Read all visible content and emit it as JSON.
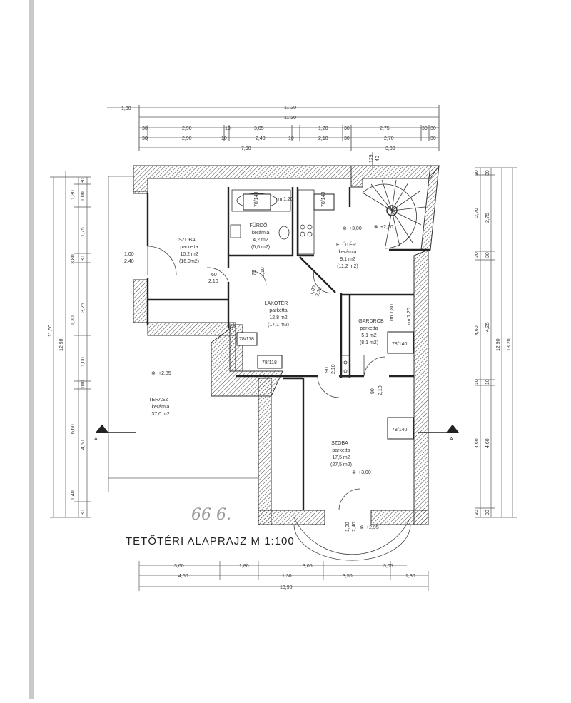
{
  "title": "TETŐTÉRI ALAPRAJZ M 1:100",
  "handwriting": "66 6.",
  "section_marker": "A",
  "top_dims": {
    "row1": [
      "1,30",
      "11,20"
    ],
    "row2": [
      "11,20"
    ],
    "row3": [
      "30",
      "2,90",
      "10",
      "3,05",
      "1,20",
      "30",
      "2,75",
      "30",
      "30"
    ],
    "row4": [
      "30",
      "2,90",
      "10",
      "2,40",
      "10",
      "2,10",
      "30",
      "2,70",
      "30"
    ],
    "row5": [
      "7,90",
      "3,30"
    ],
    "stair_labels": [
      "129",
      "40"
    ]
  },
  "bottom_dims": {
    "row1": [
      "3,00",
      "1,80",
      "3,05",
      "3,05"
    ],
    "row2": [
      "4,60",
      "1,30",
      "3,50",
      "1,30"
    ],
    "row3": [
      "10,90"
    ]
  },
  "left_dims": {
    "inner": [
      "30",
      "1,00",
      "1,75",
      "30",
      "3,25",
      "10",
      "1,00",
      "10",
      "4,60",
      "30"
    ],
    "mid": [
      "1,30",
      "3,80",
      "1,30",
      "6,60",
      "1,40"
    ],
    "outer": [
      "12,90"
    ],
    "outer2": [
      "11,50"
    ]
  },
  "right_dims": {
    "inner": [
      "30",
      "2,70",
      "30",
      "4,60",
      "10",
      "4,60",
      "30"
    ],
    "mid": [
      "30",
      "2,75",
      "30",
      "4,25",
      "10",
      "4,60",
      "30"
    ],
    "outer": [
      "12,90"
    ],
    "outer2": [
      "13,20"
    ]
  },
  "rooms": {
    "szoba1": {
      "name": "SZOBA",
      "floor": "parketta",
      "area": "10,2 m2",
      "area2": "(16,0m2)"
    },
    "furdo": {
      "name": "FÜRDŐ",
      "floor": "kerámia",
      "area": "4,2 m2",
      "area2": "(6,6 m2)"
    },
    "eloter": {
      "name": "ELŐTÉR",
      "floor": "kerámia",
      "area": "9,1 m2",
      "area2": "(11,2 m2)"
    },
    "lakoter": {
      "name": "LAKÓTÉR",
      "floor": "parketta",
      "area": "12,8 m2",
      "area2": "(17,1 m2)"
    },
    "gardrob": {
      "name": "GARDRÓB",
      "floor": "parketta",
      "area": "5,1 m2",
      "area2": "(8,1 m2)"
    },
    "terasz": {
      "name": "TERASZ",
      "floor": "kerámia",
      "area": "37,0 m2"
    },
    "szoba2": {
      "name": "SZOBA",
      "floor": "parketta",
      "area": "17,5 m2",
      "area2": "(27,5 m2)"
    }
  },
  "levels": [
    "+2,85",
    "+3,00",
    "+2,70",
    "+3,00",
    "+2,95"
  ],
  "annotations": {
    "win_78_140_a": "78/140",
    "win_78_140_b": "78/140",
    "win_78_140_c": "78/140",
    "win_78_140_d": "78/140",
    "win_78_118_a": "78/118",
    "win_78_118_b": "78/118",
    "rm_120_a": "rm 1,20",
    "rm_120_b": "rm 1,80",
    "rm_120_c": "rm 1,20",
    "door_60_210_a": "60",
    "door_60_210_a2": "2,10",
    "door_75_210": "75",
    "door_75_210b": "2,10",
    "door_90_210_a": "90",
    "door_90_210_a2": "2,10",
    "door_90_210_b": "90",
    "door_90_210_b2": "2,10",
    "door_100_240": "1,00",
    "door_100_240b": "2,40",
    "door_100_240c": "1,00",
    "door_100_240d": "2,40",
    "diag_door": "1,00",
    "diag_door2": "2,10"
  }
}
